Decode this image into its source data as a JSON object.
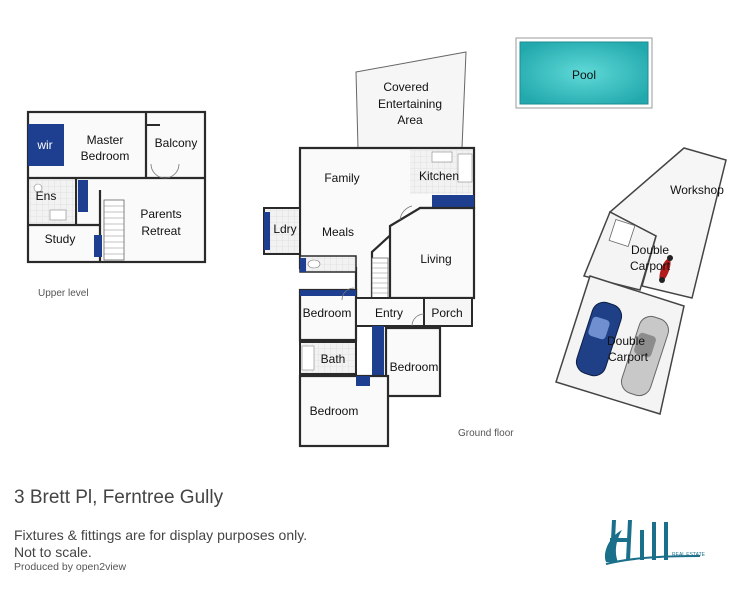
{
  "rooms": {
    "wir": "wir",
    "master_bedroom_line1": "Master",
    "master_bedroom_line2": "Bedroom",
    "balcony": "Balcony",
    "ens": "Ens",
    "study": "Study",
    "parents_retreat_line1": "Parents",
    "parents_retreat_line2": "Retreat",
    "covered_line1": "Covered",
    "covered_line2": "Entertaining",
    "covered_line3": "Area",
    "family": "Family",
    "kitchen": "Kitchen",
    "ldry": "Ldry",
    "meals": "Meals",
    "living": "Living",
    "bedroom_a": "Bedroom",
    "entry": "Entry",
    "porch": "Porch",
    "bath": "Bath",
    "bedroom_b": "Bedroom",
    "bedroom_c": "Bedroom",
    "pool": "Pool",
    "workshop": "Workshop",
    "double_carport_1_line1": "Double",
    "double_carport_1_line2": "Carport",
    "double_carport_2_line1": "Double",
    "double_carport_2_line2": "Carport"
  },
  "captions": {
    "upper_level": "Upper level",
    "ground_floor": "Ground floor"
  },
  "address": "3 Brett Pl, Ferntree Gully",
  "disclaimer_line1": "Fixtures & fittings are for display purposes only.",
  "disclaimer_line2": "Not to scale.",
  "produced_by": "Produced by open2view",
  "logo": {
    "name": "HILL",
    "tagline": "REAL ESTATE",
    "color": "#1a6f8a"
  },
  "colors": {
    "wall": "#2a2a2a",
    "built_in": "#1e3f8f",
    "pool_water": "#3ec6c8",
    "outdoor": "#f4f4f4"
  }
}
